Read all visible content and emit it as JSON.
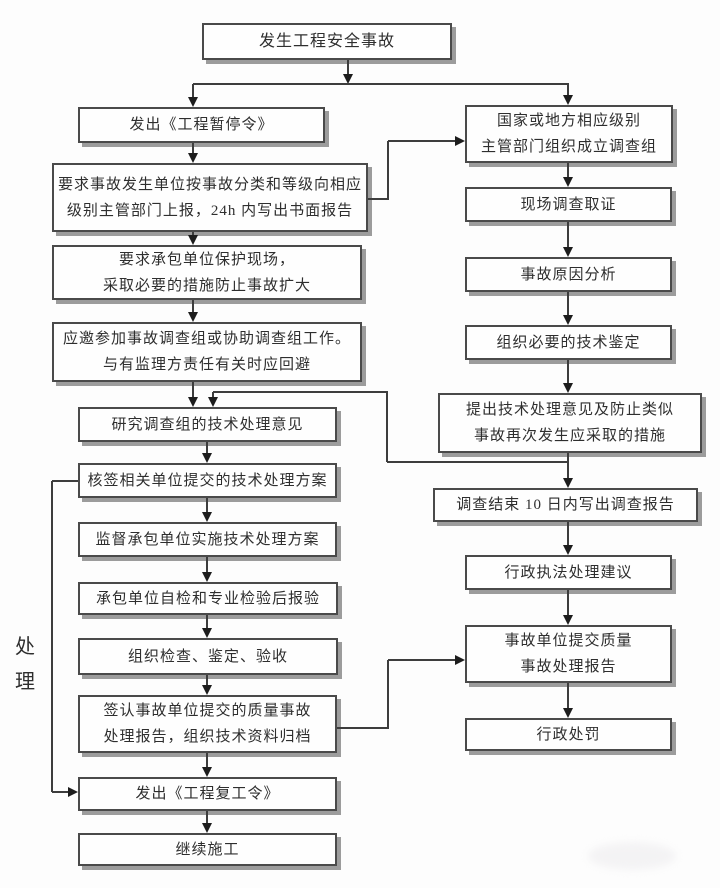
{
  "flow": {
    "start": "发生工程安全事故",
    "left": {
      "suspend_order": "发出《工程暂停令》",
      "report_24h": "要求事故发生单位按事故分类和等级向相应\n级别主管部门上报，24h 内写出书面报告",
      "protect_site": "要求承包单位保护现场，\n采取必要的措施防止事故扩大",
      "join_investigation": "应邀参加事故调查组或协助调查组工作。\n与有监理方责任有关时应回避",
      "study_opinions": "研究调查组的技术处理意见",
      "countersign_plan": "核签相关单位提交的技术处理方案",
      "supervise_plan": "监督承包单位实施技术处理方案",
      "self_inspection": "承包单位自检和专业检验后报验",
      "organize_acceptance": "组织检查、鉴定、验收",
      "sign_archive": "签认事故单位提交的质量事故\n处理报告，组织技术资料归档",
      "resume_order": "发出《工程复工令》",
      "continue_construction": "继续施工"
    },
    "right": {
      "form_team": "国家或地方相应级别\n主管部门组织成立调查组",
      "site_evidence": "现场调查取证",
      "cause_analysis": "事故原因分析",
      "technical_appraisal": "组织必要的技术鉴定",
      "opinions_measures": "提出技术处理意见及防止类似\n事故再次发生应采取的措施",
      "report_10_days": "调查结束 10 日内写出调查报告",
      "enforcement_advice": "行政执法处理建议",
      "submit_quality_report": "事故单位提交质量\n事故处理报告",
      "administrative_penalty": "行政处罚"
    },
    "side_label": "处\n理"
  },
  "colors": {
    "line": "#3d3d3d",
    "box_border": "#4a4a4a",
    "box_shadow": "#9c9c9c",
    "text": "#2e2e2e",
    "background": "#fdfdfd"
  }
}
